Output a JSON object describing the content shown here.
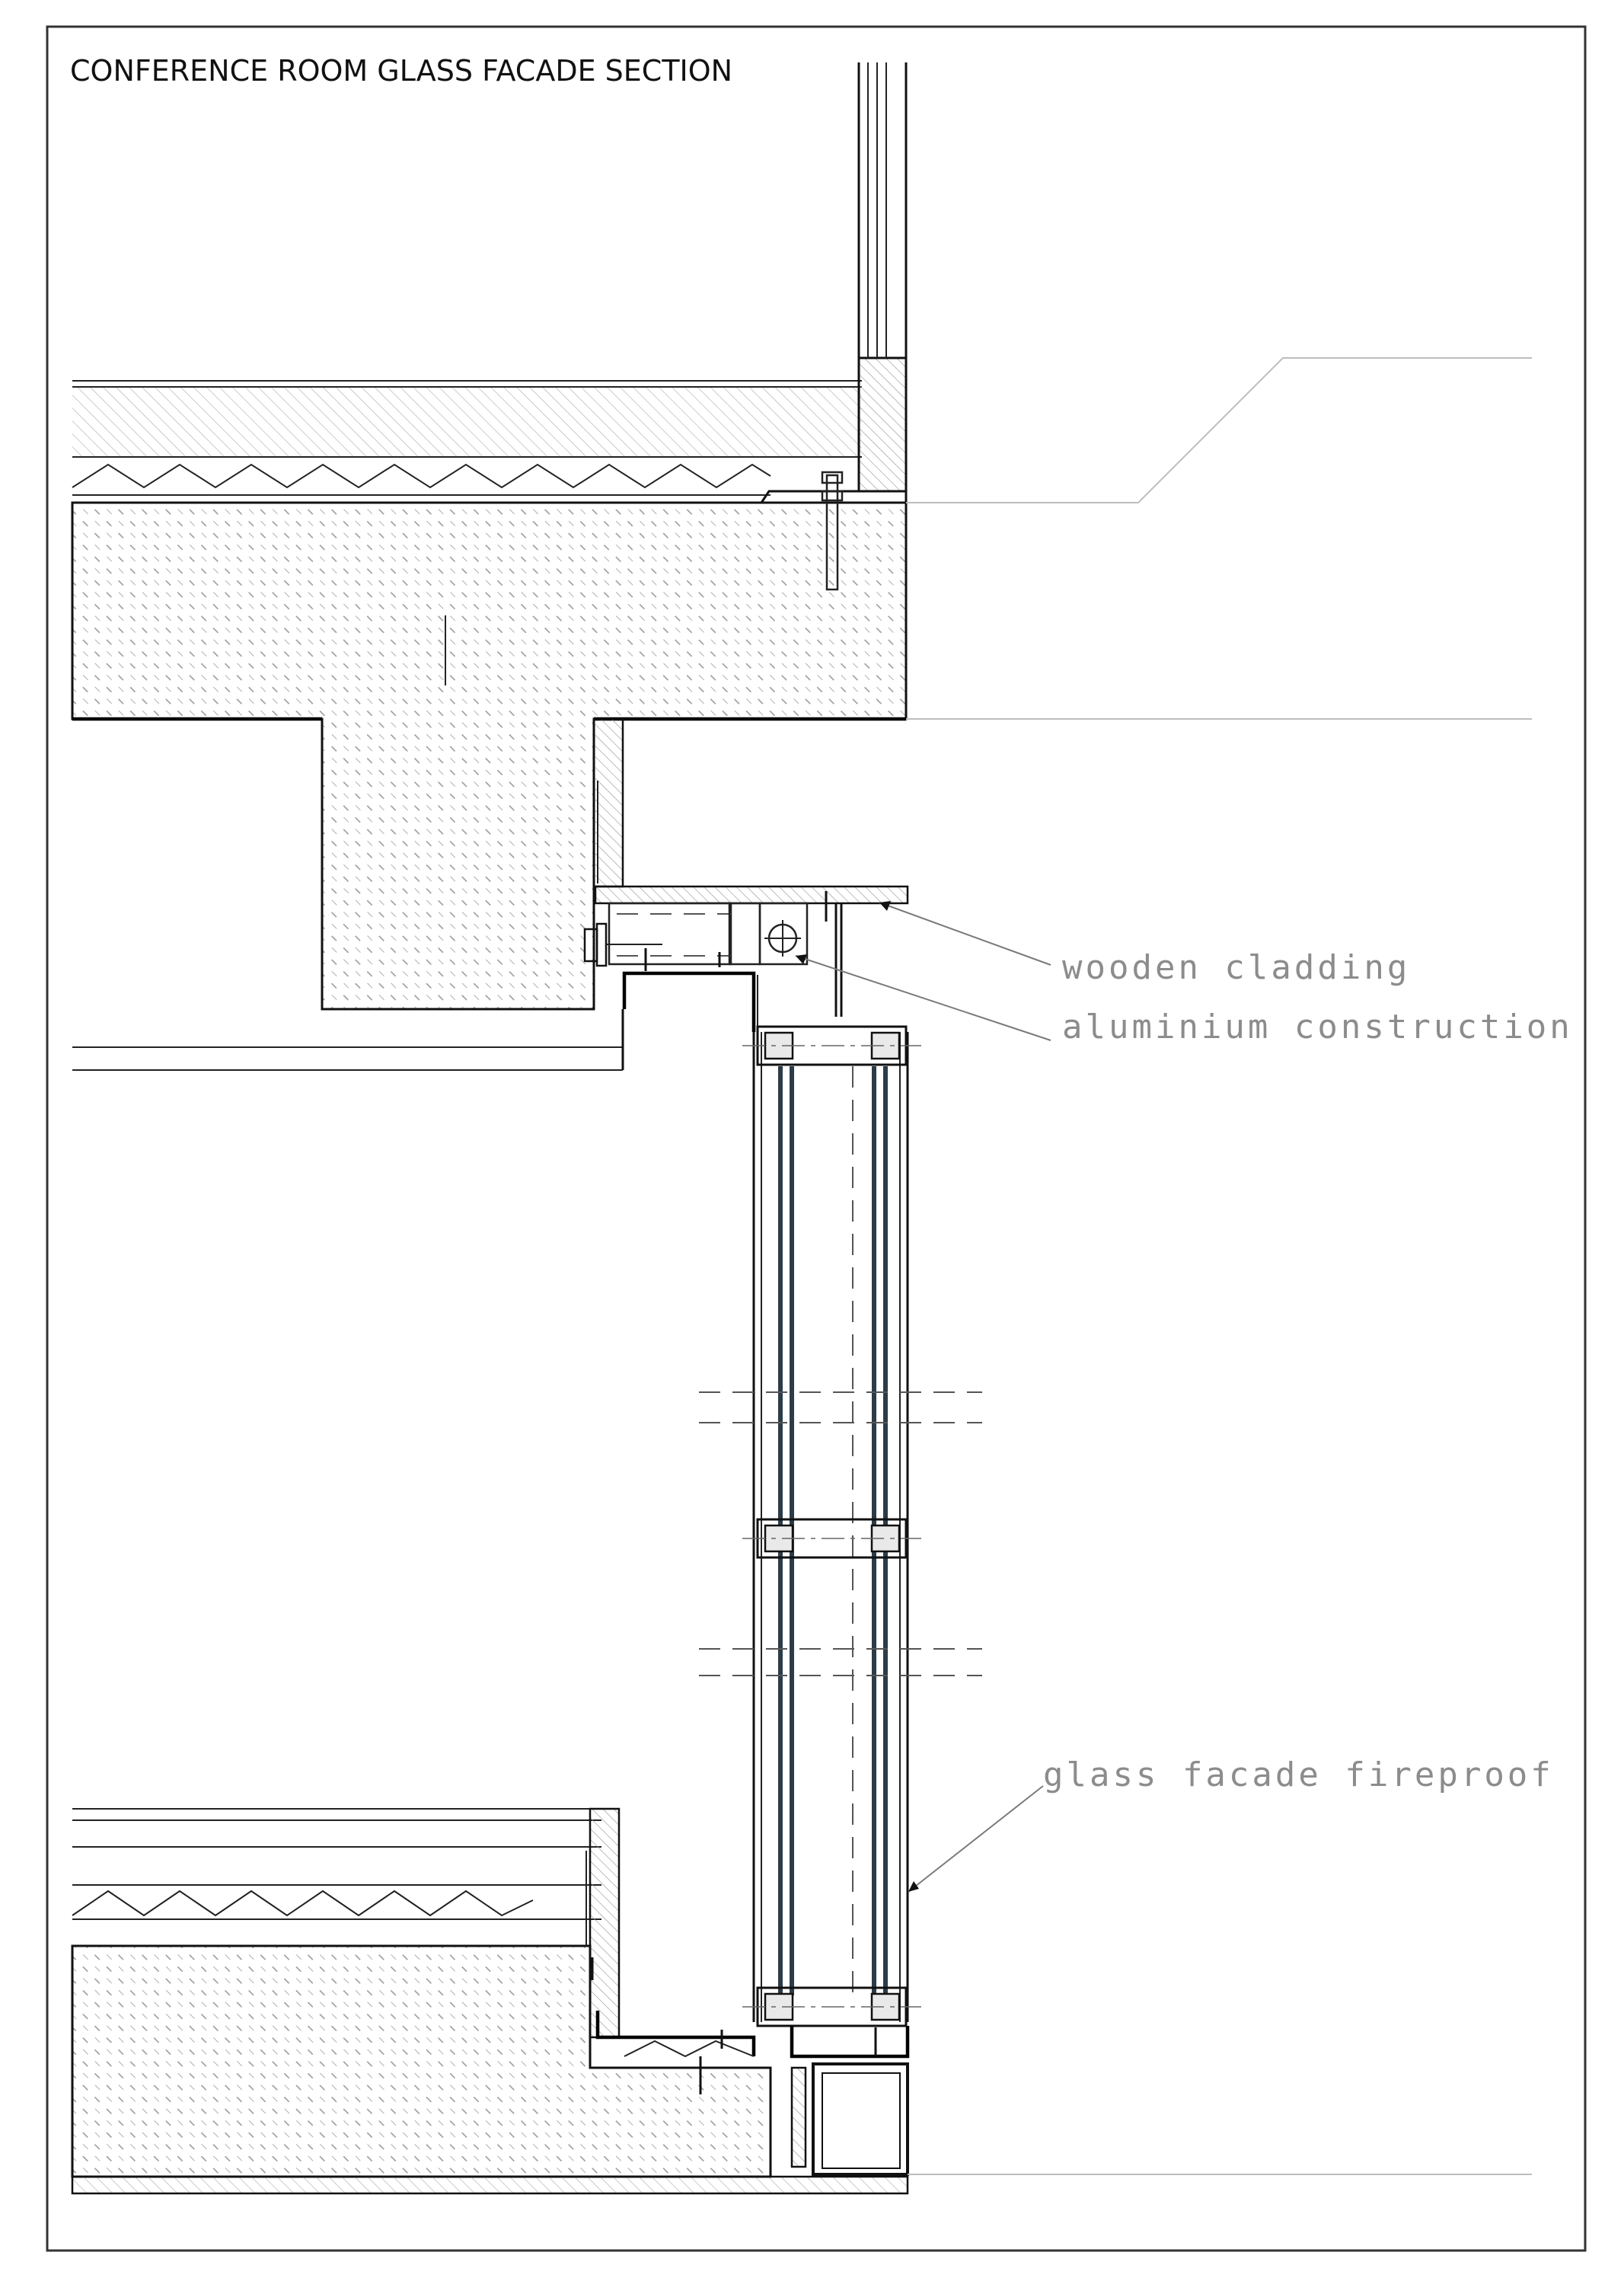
{
  "drawing": {
    "title": "CONFERENCE ROOM GLASS FACADE SECTION",
    "labels": {
      "wooden_cladding": "wooden  cladding",
      "aluminium_construction": "aluminium  construction",
      "glass_facade_fireproof": "glass  facade  fireproof"
    }
  },
  "colors": {
    "line": "#111111",
    "hatch": "#9a9a9a",
    "leader": "#7a7a7a",
    "label": "#8c8c8c",
    "glass": "#2c3c48"
  }
}
